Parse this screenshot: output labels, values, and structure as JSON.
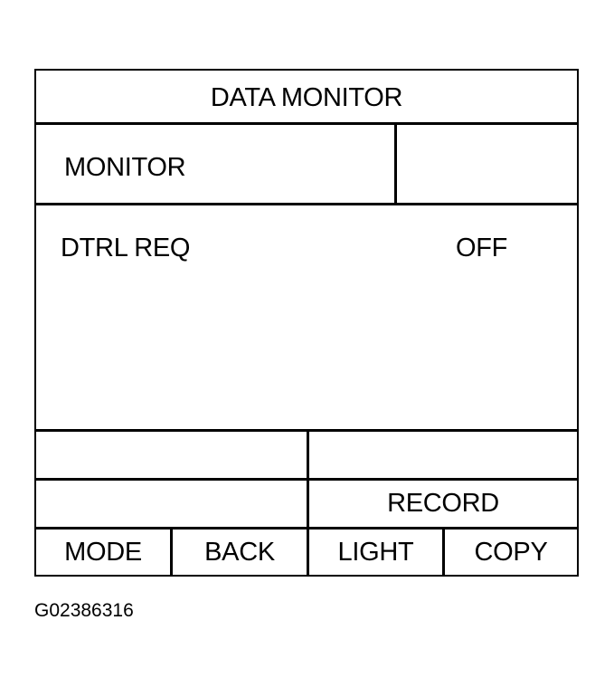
{
  "header": {
    "title": "DATA MONITOR"
  },
  "subheader": {
    "label": "MONITOR",
    "right_value": ""
  },
  "monitor_items": [
    {
      "name": "DTRL REQ",
      "value": "OFF"
    }
  ],
  "status_row_1": {
    "left": "",
    "right": ""
  },
  "status_row_2": {
    "left": "",
    "right": "RECORD"
  },
  "softkeys": [
    {
      "label": "MODE"
    },
    {
      "label": "BACK"
    },
    {
      "label": "LIGHT"
    },
    {
      "label": "COPY"
    }
  ],
  "figure_id": "G02386316"
}
